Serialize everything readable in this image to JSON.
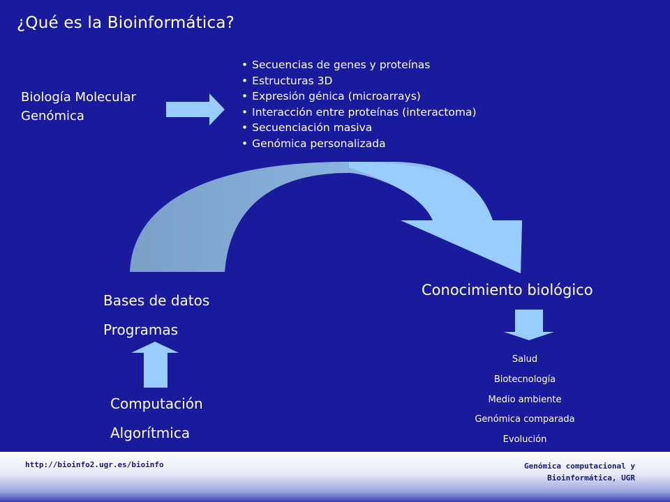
{
  "title": "¿Qué es la Bioinformática?",
  "left_heading": {
    "line1": "Biología Molecular",
    "line2": "Genómica"
  },
  "data_sources": [
    "Secuencias de genes y proteínas",
    "Estructuras 3D",
    "Expresión génica (microarrays)",
    "Interacción entre proteínas (interactoma)",
    "Secuenciación masiva",
    "Genómica personalizada"
  ],
  "databases_block": {
    "line1": "Bases de datos",
    "line2": "Programas"
  },
  "computation_block": {
    "line1": "Computación",
    "line2": "Algorítmica"
  },
  "knowledge_label": "Conocimiento biológico",
  "applications": [
    "Salud",
    "Biotecnología",
    "Medio ambiente",
    "Genómica comparada",
    "Evolución"
  ],
  "footer": {
    "url": "http://bioinfo2.ugr.es/bioinfo",
    "course_line1": "Genómica computacional y",
    "course_line2": "Bioinformática, UGR"
  },
  "colors": {
    "background": "#1a1a9c",
    "arrow_light": "#99ccff",
    "arrow_dark": "#7aa0c8",
    "text": "#ffffff",
    "footer_text": "#1a1a6c"
  },
  "icons": {
    "right_arrow": "right-arrow-icon",
    "curved_arrow": "curved-arrow-icon",
    "down_arrow": "down-arrow-icon",
    "up_arrow": "up-arrow-icon"
  }
}
